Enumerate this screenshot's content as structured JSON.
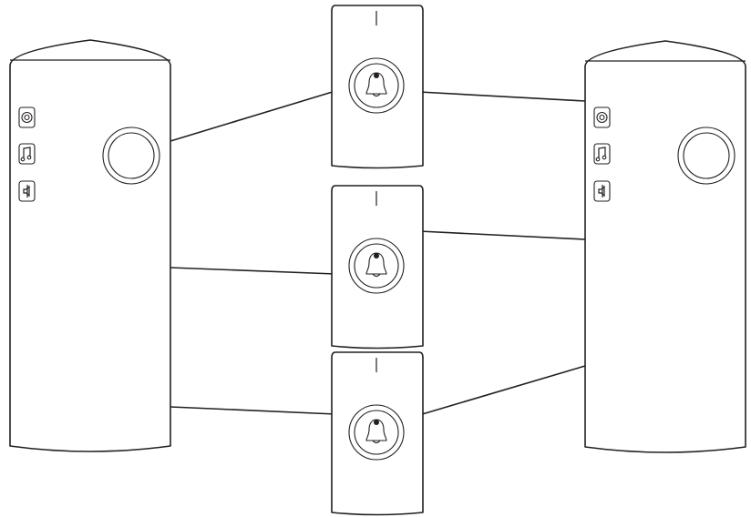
{
  "diagram": {
    "receivers": [
      {
        "id": "receiver-left",
        "buttons": [
          "gear-icon",
          "music-note-icon",
          "speaker-icon"
        ],
        "has_round_lens": true
      },
      {
        "id": "receiver-right",
        "buttons": [
          "gear-icon",
          "music-note-icon",
          "speaker-icon"
        ],
        "has_round_lens": true
      }
    ],
    "transmitters": [
      {
        "id": "transmitter-top",
        "button_icon": "bell-icon"
      },
      {
        "id": "transmitter-middle",
        "button_icon": "bell-icon"
      },
      {
        "id": "transmitter-bottom",
        "button_icon": "bell-icon"
      }
    ],
    "connections": [
      {
        "from": "receiver-left",
        "to": "transmitter-top"
      },
      {
        "from": "receiver-left",
        "to": "transmitter-middle"
      },
      {
        "from": "receiver-left",
        "to": "transmitter-bottom"
      },
      {
        "from": "transmitter-top",
        "to": "receiver-right"
      },
      {
        "from": "transmitter-middle",
        "to": "receiver-right"
      },
      {
        "from": "transmitter-bottom",
        "to": "receiver-right"
      }
    ],
    "line_color": "#231f20",
    "background": "#ffffff"
  }
}
